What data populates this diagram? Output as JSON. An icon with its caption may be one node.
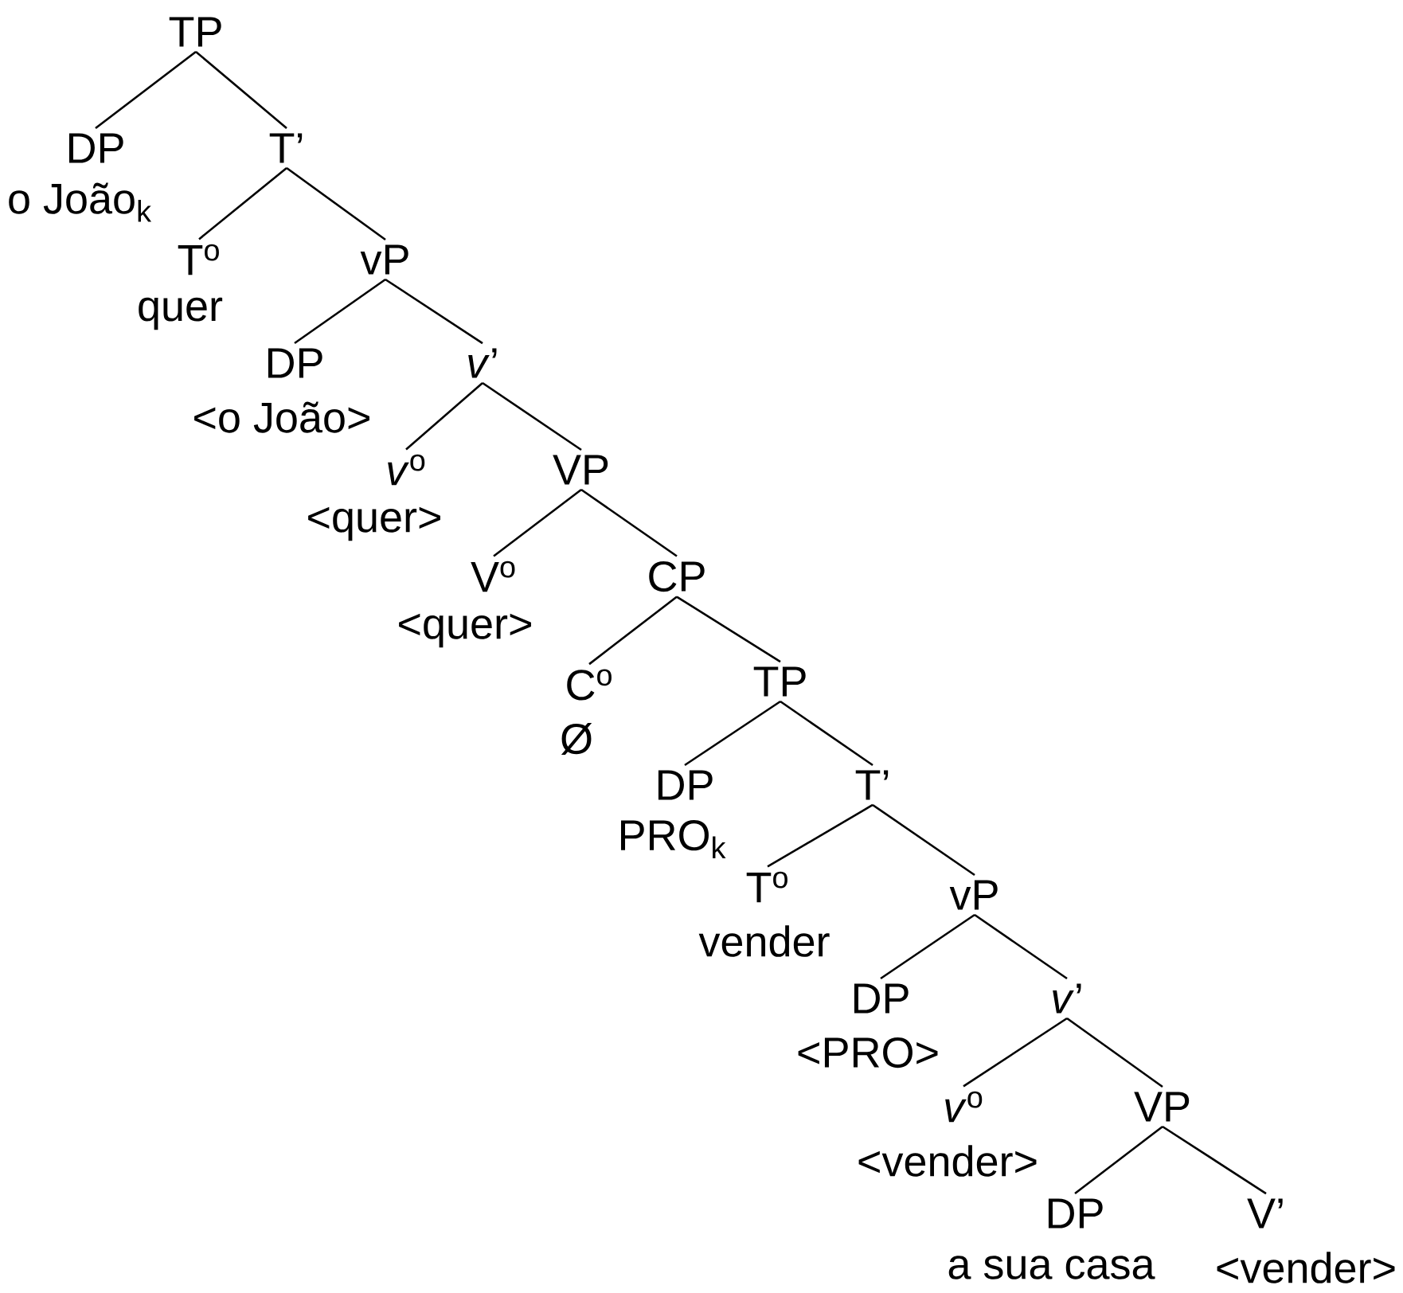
{
  "diagram": {
    "nodes": [
      {
        "text": [
          "TP"
        ]
      },
      {
        "text": [
          "DP",
          "o João$_{k}$"
        ]
      },
      {
        "text": [
          "T’"
        ]
      },
      {
        "text": [
          "T$^{o}$",
          "quer"
        ]
      },
      {
        "text": [
          "vP"
        ]
      },
      {
        "text": [
          "DP",
          "<o João>"
        ]
      },
      {
        "text": [
          "*v*’"
        ]
      },
      {
        "text": [
          "*v*$^{o}$",
          "<quer>"
        ]
      },
      {
        "text": [
          "VP"
        ]
      },
      {
        "text": [
          "V$^{o}$",
          "<quer>"
        ]
      },
      {
        "text": [
          "CP"
        ]
      },
      {
        "text": [
          "C$^{o}$",
          "Ø"
        ]
      },
      {
        "text": [
          "TP"
        ]
      },
      {
        "text": [
          "DP",
          "PRO$_{k}$"
        ]
      },
      {
        "text": [
          "T’"
        ]
      },
      {
        "text": [
          "T$^{o}$",
          "vender"
        ]
      },
      {
        "text": [
          "vP"
        ]
      },
      {
        "text": [
          "DP",
          "<PRO>"
        ]
      },
      {
        "text": [
          "*v*’"
        ]
      },
      {
        "text": [
          "*v*$^{o}$",
          "<vender>"
        ]
      },
      {
        "text": [
          "VP"
        ]
      },
      {
        "text": [
          "DP",
          "a sua casa"
        ]
      },
      {
        "text": [
          "V’",
          "<vender>"
        ]
      }
    ],
    "edges": [
      {
        "from": 0,
        "to": 1,
        "arrow": "none"
      },
      {
        "from": 0,
        "to": 2,
        "arrow": "none"
      },
      {
        "from": 2,
        "to": 3,
        "arrow": "none"
      },
      {
        "from": 2,
        "to": 4,
        "arrow": "none"
      },
      {
        "from": 4,
        "to": 5,
        "arrow": "none"
      },
      {
        "from": 4,
        "to": 6,
        "arrow": "none"
      },
      {
        "from": 6,
        "to": 7,
        "arrow": "none"
      },
      {
        "from": 6,
        "to": 8,
        "arrow": "none"
      },
      {
        "from": 8,
        "to": 9,
        "arrow": "none"
      },
      {
        "from": 8,
        "to": 10,
        "arrow": "none"
      },
      {
        "from": 10,
        "to": 11,
        "arrow": "none"
      },
      {
        "from": 10,
        "to": 12,
        "arrow": "none"
      },
      {
        "from": 12,
        "to": 13,
        "arrow": "none"
      },
      {
        "from": 12,
        "to": 14,
        "arrow": "none"
      },
      {
        "from": 14,
        "to": 15,
        "arrow": "none"
      },
      {
        "from": 14,
        "to": 16,
        "arrow": "none"
      },
      {
        "from": 16,
        "to": 17,
        "arrow": "none"
      },
      {
        "from": 16,
        "to": 18,
        "arrow": "none"
      },
      {
        "from": 18,
        "to": 19,
        "arrow": "none"
      },
      {
        "from": 18,
        "to": 20,
        "arrow": "none"
      },
      {
        "from": 20,
        "to": 21,
        "arrow": "none"
      },
      {
        "from": 20,
        "to": 22,
        "arrow": "none"
      }
    ]
  }
}
